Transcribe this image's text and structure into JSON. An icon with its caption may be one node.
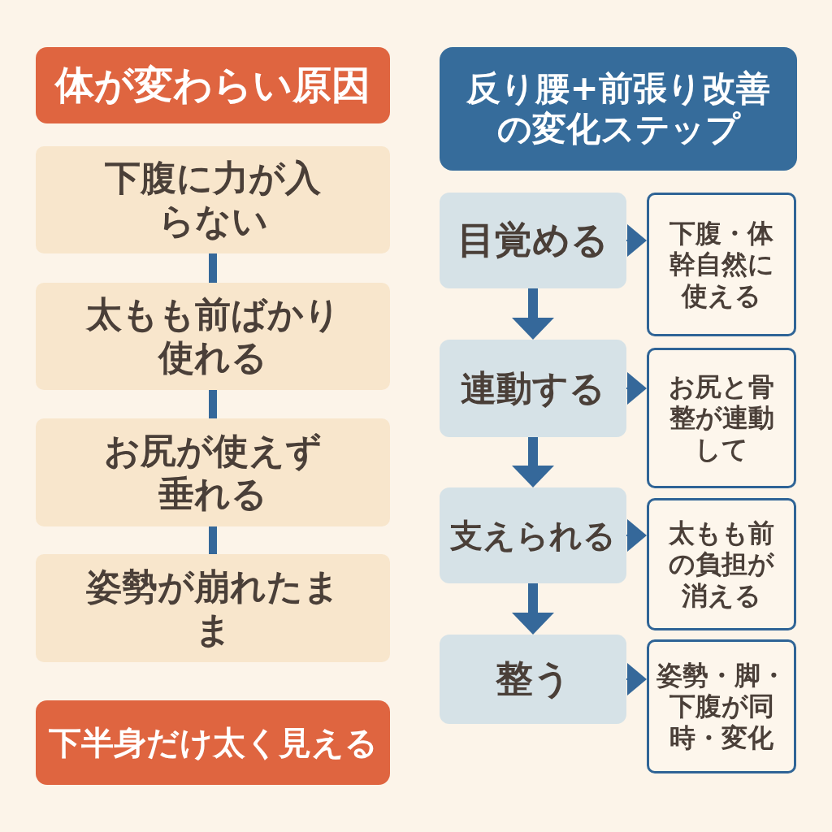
{
  "diagram": {
    "nodes": [
      {
        "text": [
          "体が変わらい原因"
        ]
      },
      {
        "text": [
          "下腹に力が入らない"
        ]
      },
      {
        "text": [
          "太もも前ばかり使れる"
        ]
      },
      {
        "text": [
          "お尻が使えず垂れる"
        ]
      },
      {
        "text": [
          "姿勢が崩れたまま"
        ]
      },
      {
        "text": [
          "下半身だけ太く見える"
        ]
      },
      {
        "text": [
          "反り腰+前張り改善の変化ステップ"
        ]
      },
      {
        "text": [
          "目覚める"
        ]
      },
      {
        "text": [
          "下腹・体幹自然に使える"
        ]
      },
      {
        "text": [
          "連動する"
        ]
      },
      {
        "text": [
          "お尻と骨整が連動して"
        ]
      },
      {
        "text": [
          "支えられる"
        ]
      },
      {
        "text": [
          "太もも前の負担が消える"
        ]
      },
      {
        "text": [
          "整う"
        ]
      },
      {
        "text": [
          "姿勢・脚・下腹が同時・変化"
        ]
      }
    ],
    "edges": [
      {
        "from": 1,
        "to": 2,
        "arrow": "none"
      },
      {
        "from": 2,
        "to": 3,
        "arrow": "none"
      },
      {
        "from": 3,
        "to": 4,
        "arrow": "none"
      },
      {
        "from": 7,
        "to": 8,
        "arrow": "to"
      },
      {
        "from": 7,
        "to": 9,
        "arrow": "to"
      },
      {
        "from": 9,
        "to": 10,
        "arrow": "to"
      },
      {
        "from": 9,
        "to": 11,
        "arrow": "to"
      },
      {
        "from": 11,
        "to": 12,
        "arrow": "to"
      },
      {
        "from": 11,
        "to": 13,
        "arrow": "to"
      },
      {
        "from": 13,
        "to": 14,
        "arrow": "to"
      }
    ]
  }
}
